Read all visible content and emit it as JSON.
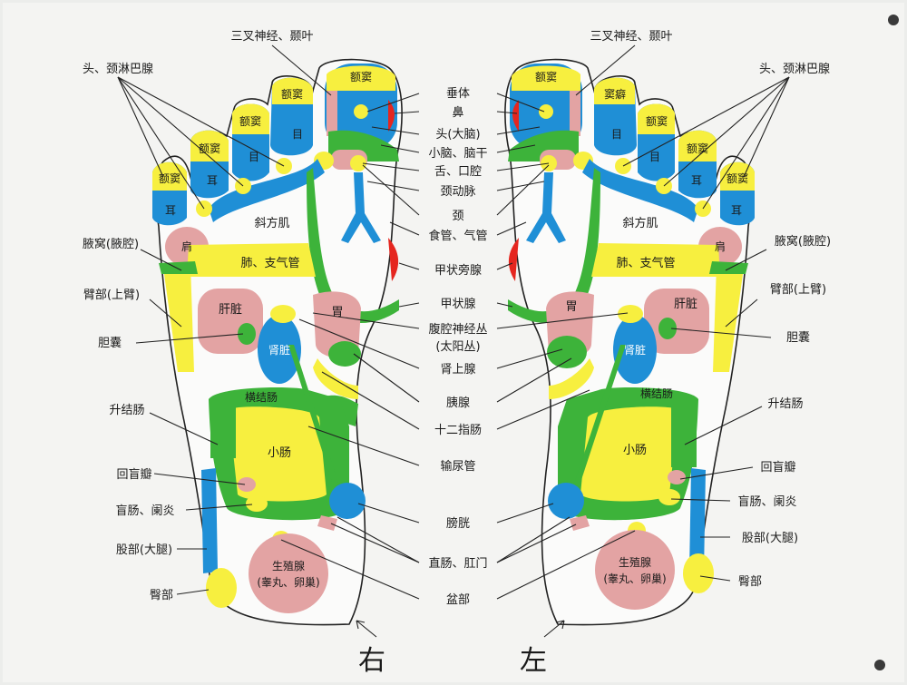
{
  "colors": {
    "yellow": "#f7ef3f",
    "blue": "#1f8fd6",
    "green": "#3db33a",
    "pink": "#e3a3a3",
    "red": "#e5261f",
    "board": "#ecedeb"
  },
  "feet": {
    "right": "右",
    "left": "左"
  },
  "zones": {
    "forehead_sinus": "额窦",
    "sinus_alt": "窦癖",
    "eye": "目",
    "ear": "耳",
    "trapezius": "斜方肌",
    "shoulder": "肩",
    "lung": "肺、支气管",
    "liver": "肝脏",
    "stomach": "胃",
    "kidney": "肾脏",
    "transverse_colon": "横结肠",
    "small_intestine": "小肠",
    "reproductive": "生殖腺",
    "reproductive_sub": "(睾丸、卵巢)"
  },
  "center_labels": [
    "垂体",
    "鼻",
    "头(大脑)",
    "小脑、脑干",
    "舌、口腔",
    "颈动脉",
    "颈",
    "食管、气管",
    "甲状旁腺",
    "甲状腺",
    "腹腔神经丛",
    "(太阳丛)",
    "肾上腺",
    "胰腺",
    "十二指肠",
    "输尿管",
    "膀胱",
    "直肠、肛门",
    "盆部"
  ],
  "left_labels": [
    "三叉神经、颞叶",
    "头、颈淋巴腺",
    "腋窝(腋腔)",
    "臂部(上臂)",
    "胆囊",
    "升结肠",
    "回盲瓣",
    "盲肠、阑炎",
    "股部(大腿)",
    "臀部"
  ],
  "right_labels": [
    "三叉神经、颞叶",
    "头、颈淋巴腺",
    "腋窝(腋腔)",
    "臂部(上臂)",
    "胆囊",
    "升结肠",
    "回盲瓣",
    "盲肠、阑炎",
    "股部(大腿)",
    "臀部"
  ]
}
